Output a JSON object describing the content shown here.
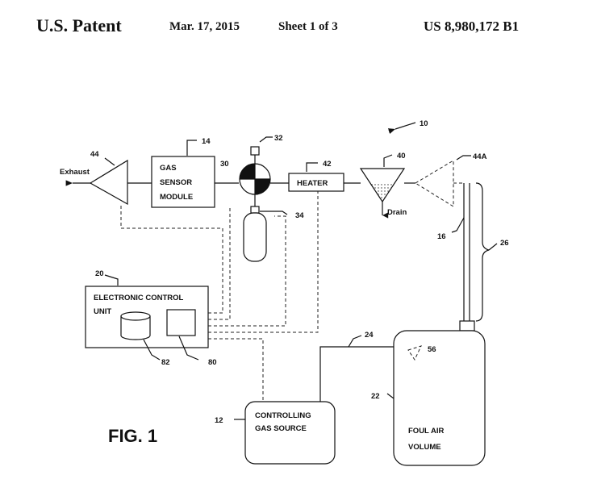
{
  "header": {
    "left": "U.S. Patent",
    "date": "Mar. 17, 2015",
    "sheet": "Sheet 1 of 3",
    "patent_number": "US 8,980,172 B1"
  },
  "figure": {
    "title": "FIG. 1",
    "labels": {
      "exhaust": "Exhaust",
      "gas_sensor_1": "GAS",
      "gas_sensor_2": "SENSOR",
      "gas_sensor_3": "MODULE",
      "heater": "HEATER",
      "drain": "Drain",
      "ecu_1": "ELECTRONIC CONTROL",
      "ecu_2": "UNIT",
      "cgs_1": "CONTROLLING",
      "cgs_2": "GAS SOURCE",
      "foul_1": "FOUL AIR",
      "foul_2": "VOLUME"
    },
    "refs": {
      "r10": "10",
      "r12": "12",
      "r14": "14",
      "r16": "16",
      "r20": "20",
      "r22": "22",
      "r24": "24",
      "r26": "26",
      "r30": "30",
      "r32": "32",
      "r34": "34",
      "r40": "40",
      "r42": "42",
      "r44": "44",
      "r44a": "44A",
      "r56": "56",
      "r80": "80",
      "r82": "82"
    }
  }
}
